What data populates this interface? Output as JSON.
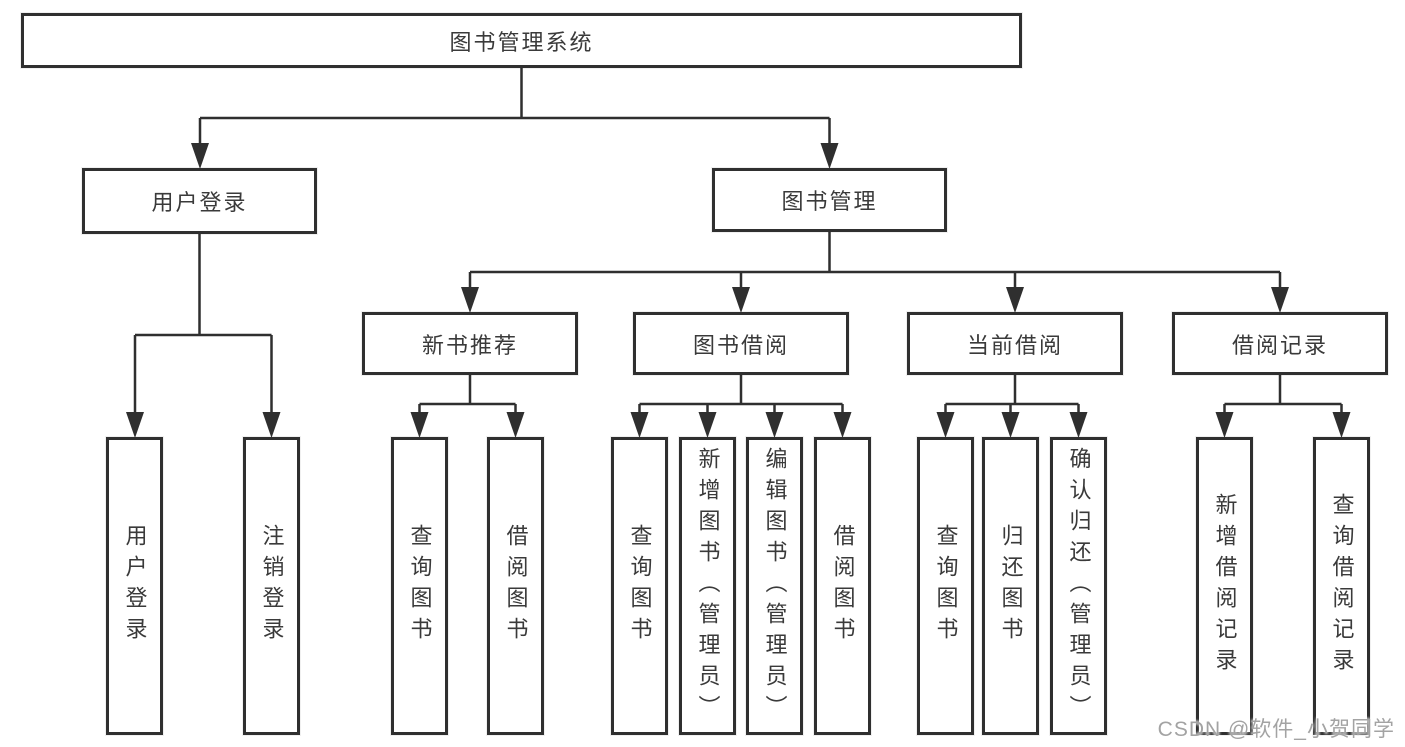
{
  "canvas": {
    "background": "#ffffff",
    "line_color": "#2f2f2f",
    "border_color": "#2f2f2f",
    "text_color": "#3a3a3a"
  },
  "tree": {
    "root": {
      "label": "图书管理系统"
    },
    "children": [
      {
        "label": "用户登录",
        "children": [
          {
            "label": "用户登录"
          },
          {
            "label": "注销登录"
          }
        ]
      },
      {
        "label": "图书管理",
        "children": [
          {
            "label": "新书推荐",
            "children": [
              {
                "label": "查询图书"
              },
              {
                "label": "借阅图书"
              }
            ]
          },
          {
            "label": "图书借阅",
            "children": [
              {
                "label": "查询图书"
              },
              {
                "label": "新增图书（管理员）"
              },
              {
                "label": "编辑图书（管理员）"
              },
              {
                "label": "借阅图书"
              }
            ]
          },
          {
            "label": "当前借阅",
            "children": [
              {
                "label": "查询图书"
              },
              {
                "label": "归还图书"
              },
              {
                "label": "确认归还（管理员）"
              }
            ]
          },
          {
            "label": "借阅记录",
            "children": [
              {
                "label": "新增借阅记录"
              },
              {
                "label": "查询借阅记录"
              }
            ]
          }
        ]
      }
    ]
  },
  "watermark": {
    "text": "CSDN @软件_小贺同学",
    "color": "#a3a3a3"
  }
}
